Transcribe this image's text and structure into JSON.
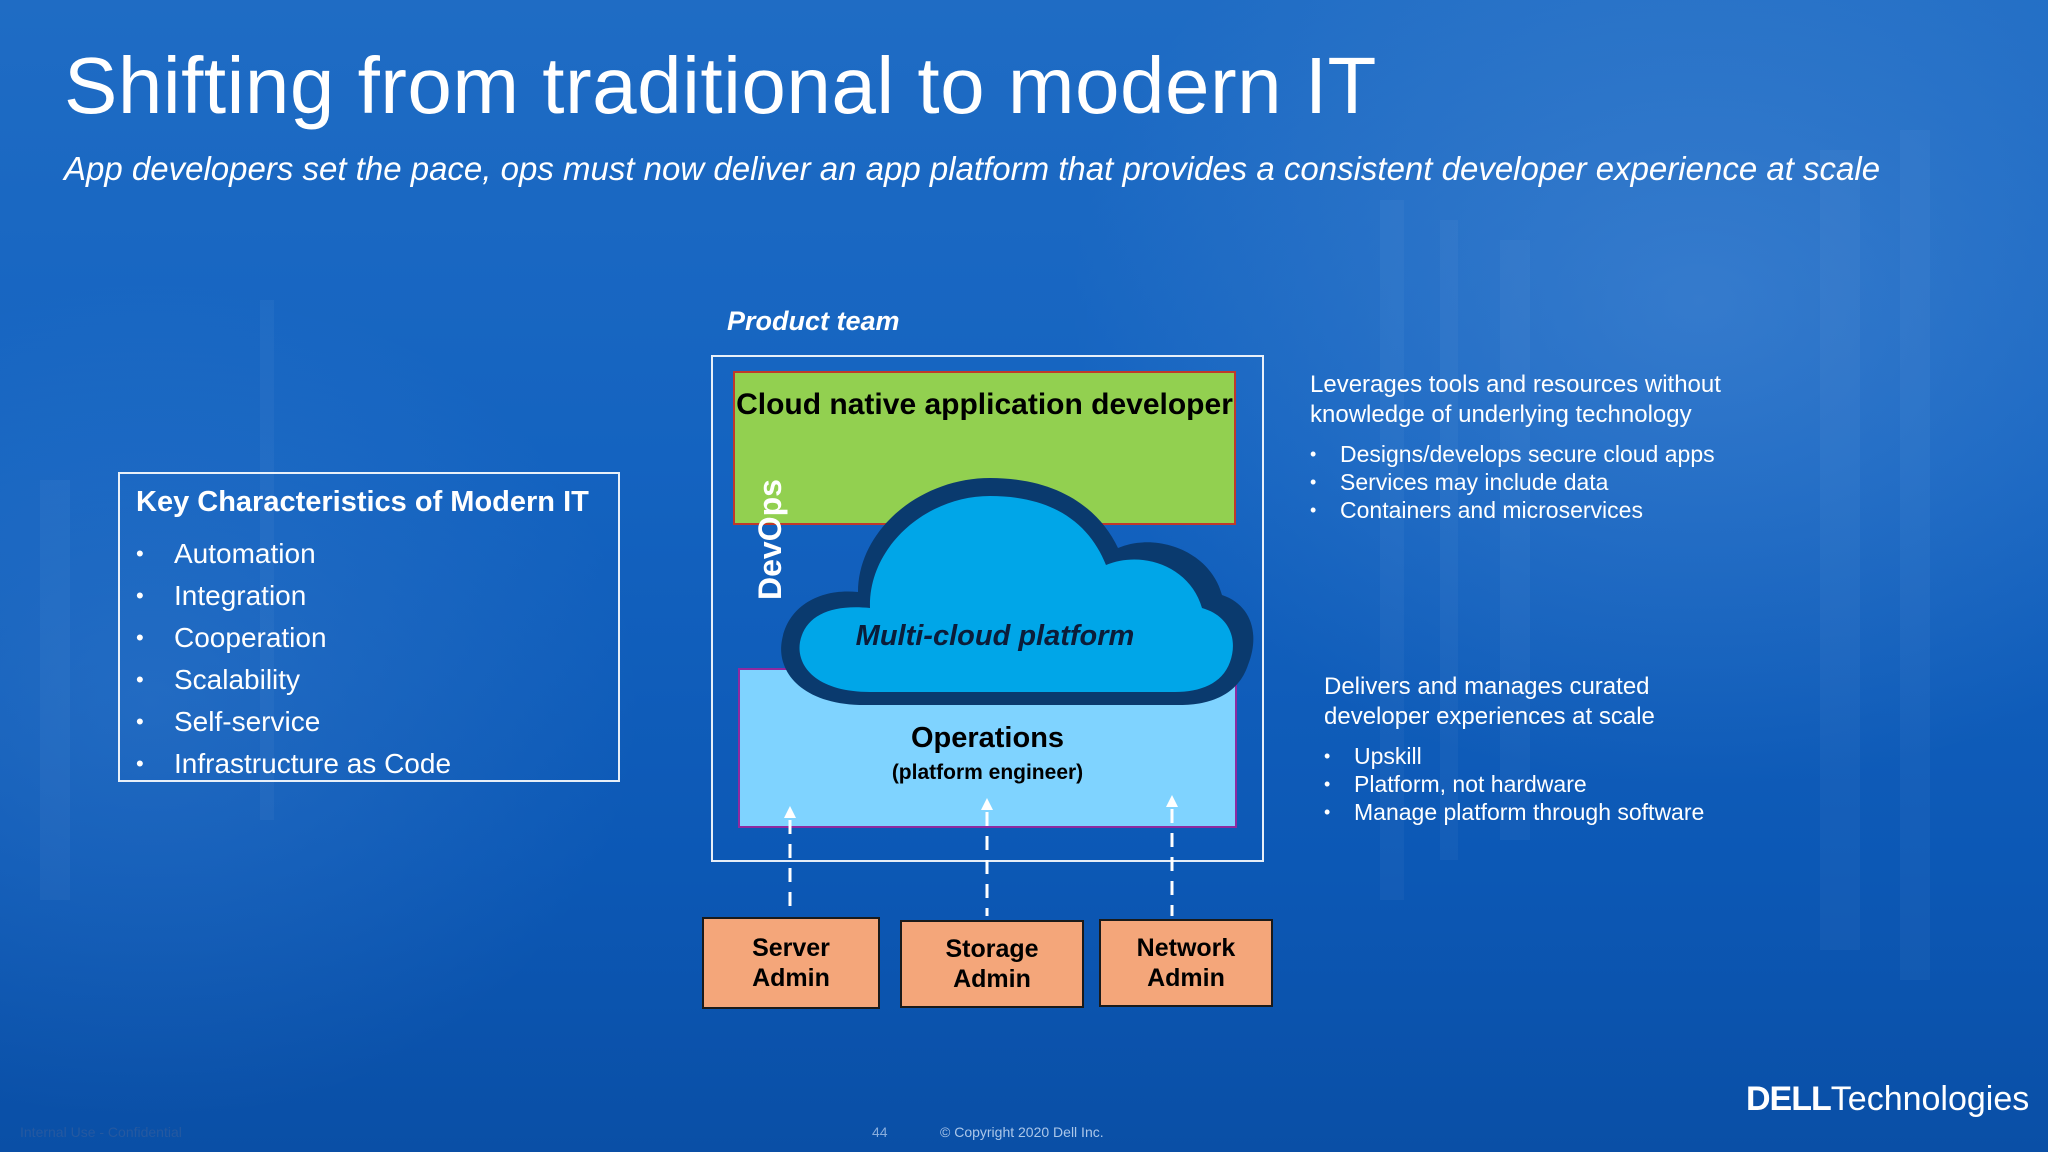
{
  "slide": {
    "title": "Shifting from traditional to modern IT",
    "subtitle": "App developers set the pace, ops must now deliver an app platform that provides a consistent developer experience at scale"
  },
  "key_characteristics": {
    "title": "Key Characteristics of Modern IT",
    "items": [
      "Automation",
      "Integration",
      "Cooperation",
      "Scalability",
      "Self-service",
      "Infrastructure as Code"
    ]
  },
  "diagram": {
    "product_team_label": "Product team",
    "developer_box": "Cloud native application developer",
    "cloud_label": "Multi-cloud platform",
    "devops_label": "DevOps",
    "operations_title": "Operations",
    "operations_subtitle": "(platform engineer)",
    "admins": [
      "Server Admin",
      "Storage Admin",
      "Network Admin"
    ],
    "colors": {
      "developer": "#92d050",
      "cloud": "#00a6e8",
      "operations": "#7fd3ff",
      "admin": "#f4a67a"
    }
  },
  "developer_description": {
    "heading": "Leverages tools and resources without knowledge of underlying technology",
    "bullets": [
      "Designs/develops secure cloud apps",
      "Services may include data",
      "Containers and microservices"
    ]
  },
  "operations_description": {
    "heading": "Delivers and manages curated developer experiences at scale",
    "bullets": [
      "Upskill",
      "Platform, not hardware",
      "Manage platform through software"
    ]
  },
  "footer": {
    "classification": "Internal Use - Confidential",
    "page": "44",
    "copyright": "© Copyright 2020 Dell Inc.",
    "logo_brand": "DELL",
    "logo_suffix": "Technologies"
  }
}
